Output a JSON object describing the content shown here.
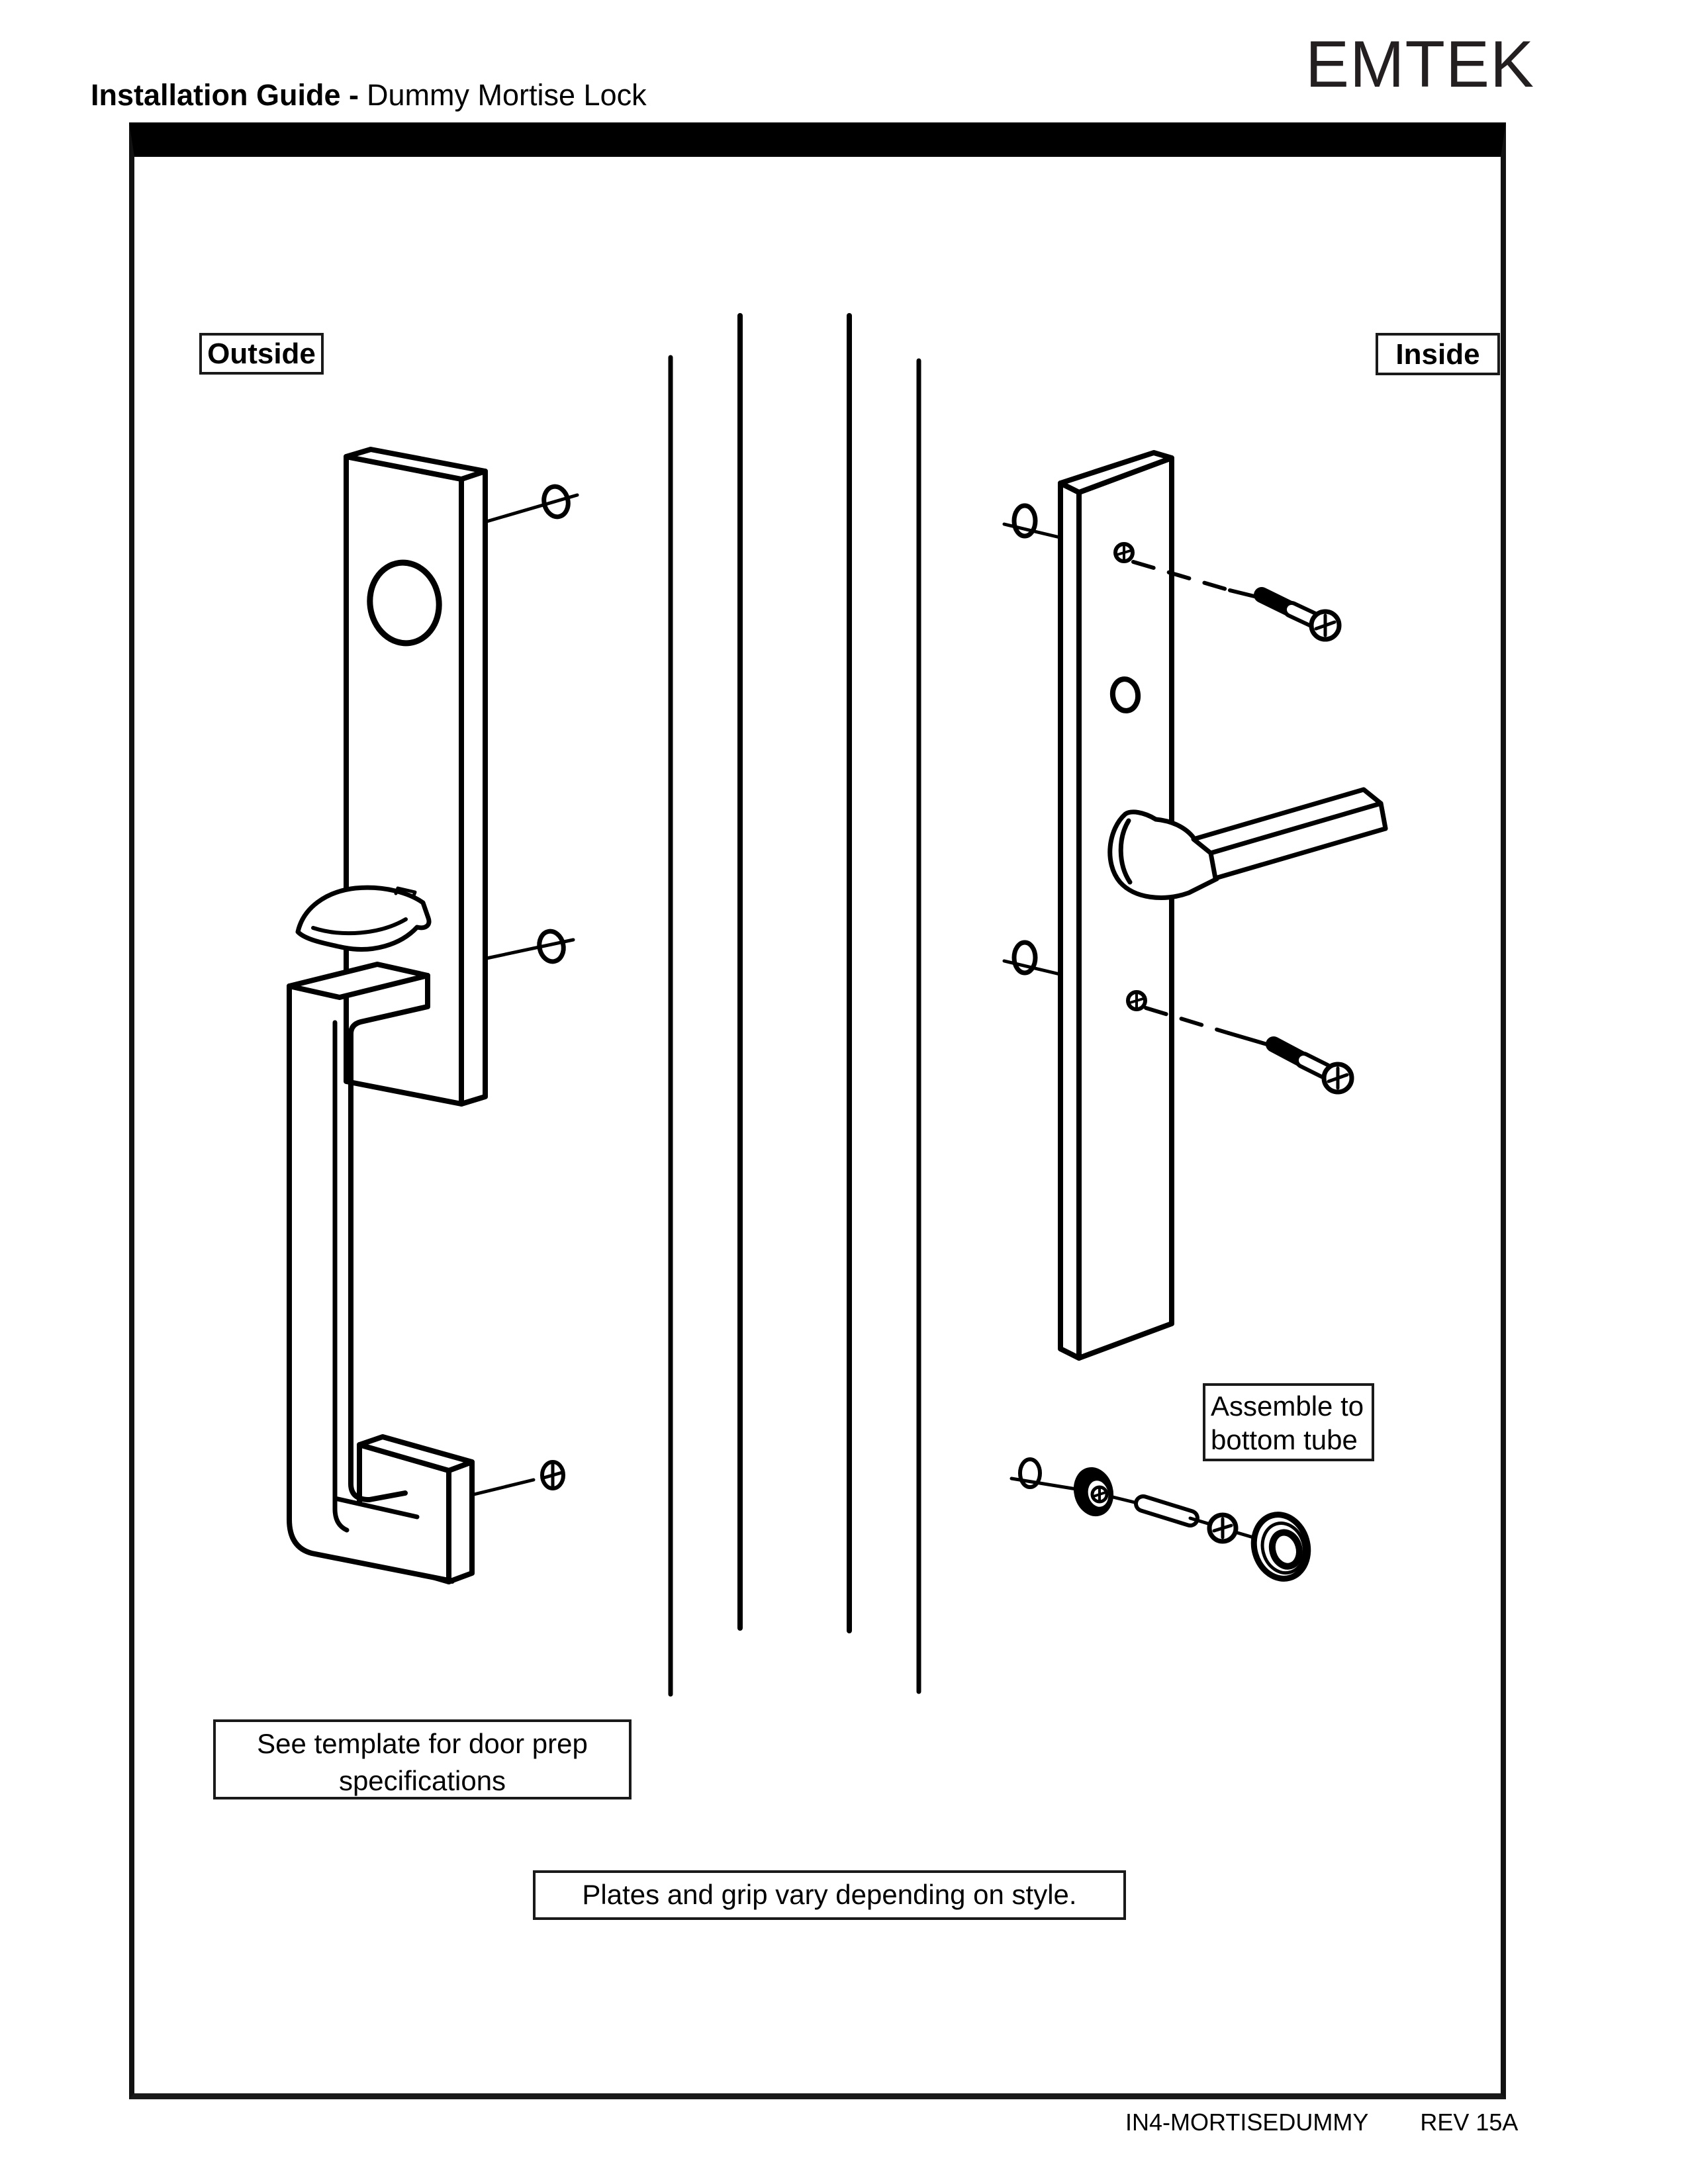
{
  "header": {
    "title_bold": "Installation Guide -",
    "title_regular": "Dummy Mortise Lock",
    "brand_logo": "EMTEK"
  },
  "diagram": {
    "outside_label": "Outside",
    "inside_label": "Inside",
    "assemble_note": {
      "line1": "Assemble to",
      "line2": "bottom tube"
    },
    "template_note": {
      "line1": "See template for door prep",
      "line2": "specifications"
    },
    "plates_note": "Plates and grip vary depending on style."
  },
  "footer": {
    "document_code": "IN4-MORTISEDUMMY",
    "revision": "REV 15A"
  },
  "colors": {
    "ink": "#000000",
    "logo": "#231f20",
    "background": "#ffffff"
  }
}
